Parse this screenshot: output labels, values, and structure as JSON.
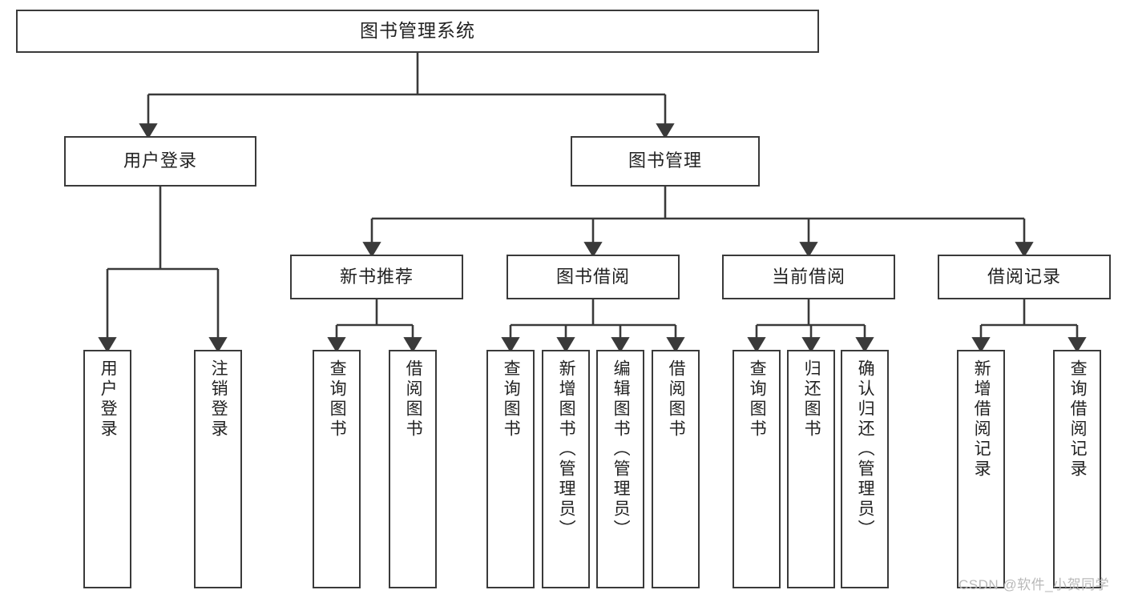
{
  "diagram": {
    "title": "图书管理系统",
    "type": "tree",
    "watermark": "CSDN @软件_小贺同学",
    "colors": {
      "box_border": "#3a3a3a",
      "box_fill": "#ffffff",
      "connector": "#3a3a3a",
      "text": "#222222",
      "watermark": "#b9b9b9",
      "background": "#ffffff"
    },
    "levels": {
      "root": {
        "label": "图书管理系统"
      },
      "modules": [
        {
          "label": "用户登录"
        },
        {
          "label": "图书管理"
        }
      ],
      "submodules": [
        {
          "label": "新书推荐"
        },
        {
          "label": "图书借阅"
        },
        {
          "label": "当前借阅"
        },
        {
          "label": "借阅记录"
        }
      ],
      "leaves": [
        {
          "label": "用户登录",
          "parent": "用户登录"
        },
        {
          "label": "注销登录",
          "parent": "用户登录"
        },
        {
          "label": "查询图书",
          "parent": "新书推荐"
        },
        {
          "label": "借阅图书",
          "parent": "新书推荐"
        },
        {
          "label": "查询图书",
          "parent": "图书借阅"
        },
        {
          "label": "新增图书（管理员）",
          "parent": "图书借阅"
        },
        {
          "label": "编辑图书（管理员）",
          "parent": "图书借阅"
        },
        {
          "label": "借阅图书",
          "parent": "图书借阅"
        },
        {
          "label": "查询图书",
          "parent": "当前借阅"
        },
        {
          "label": "归还图书",
          "parent": "当前借阅"
        },
        {
          "label": "确认归还（管理员）",
          "parent": "当前借阅"
        },
        {
          "label": "新增借阅记录",
          "parent": "借阅记录"
        },
        {
          "label": "查询借阅记录",
          "parent": "借阅记录"
        }
      ]
    }
  }
}
